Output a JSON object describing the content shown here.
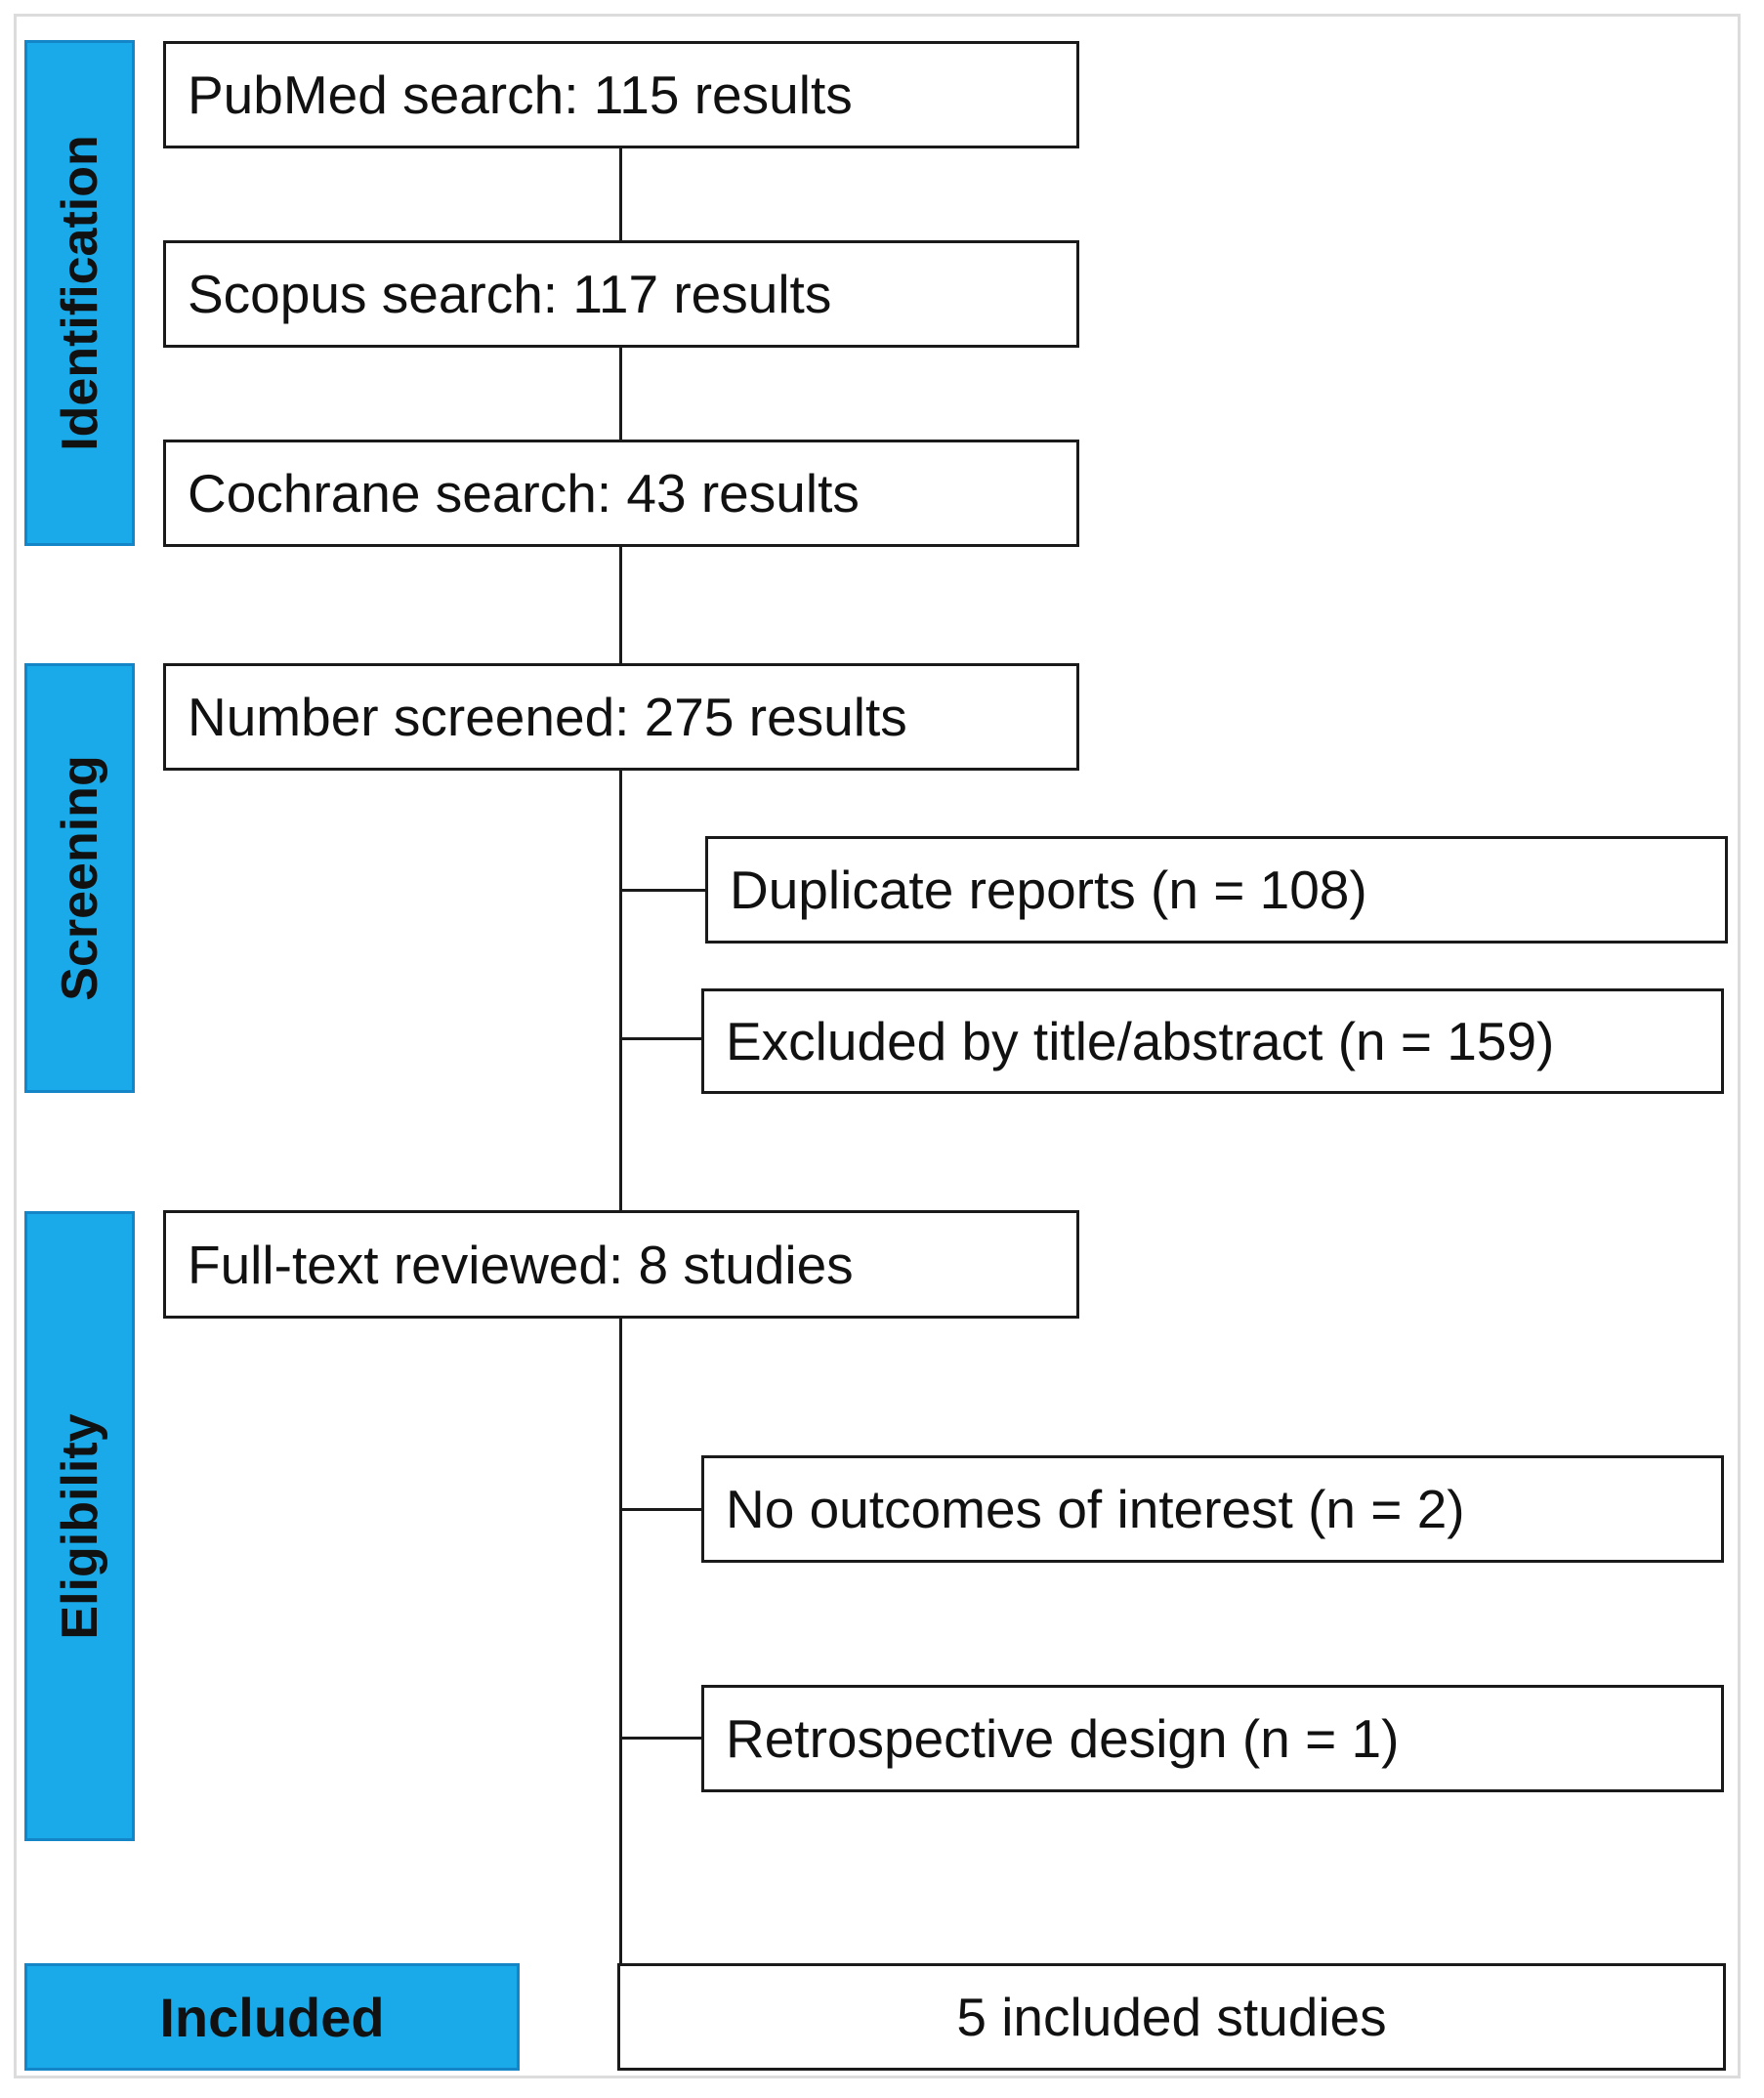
{
  "stages": {
    "identification": "Identification",
    "screening": "Screening",
    "eligibility": "Eligibility",
    "included": "Included"
  },
  "identification": {
    "pubmed": "PubMed search: 115 results",
    "scopus": "Scopus search: 117 results",
    "cochrane": "Cochrane search: 43 results"
  },
  "screening": {
    "screened": "Number screened: 275 results",
    "duplicates": "Duplicate reports (n = 108)",
    "excluded_title_abstract": "Excluded by title/abstract (n = 159)"
  },
  "eligibility": {
    "full_text": "Full-text reviewed: 8 studies",
    "no_outcomes": "No outcomes of interest (n = 2)",
    "retrospective": "Retrospective design (n = 1)"
  },
  "included": {
    "final": "5 included studies"
  },
  "colors": {
    "stage_fill": "#1aaae9",
    "box_border": "#1a1a1a"
  }
}
